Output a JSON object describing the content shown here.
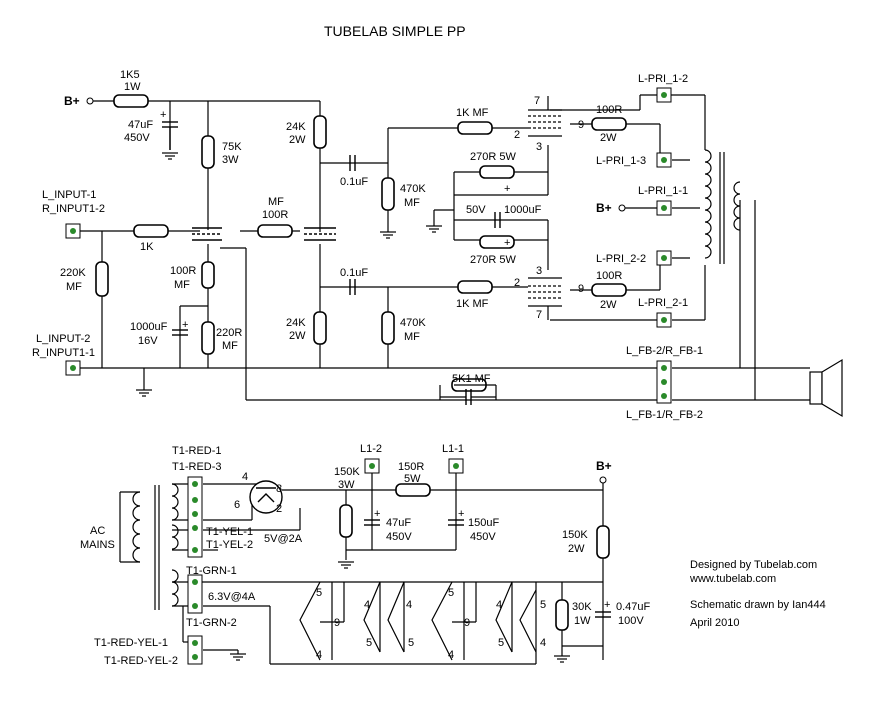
{
  "title": "TUBELAB SIMPLE PP",
  "texts": [
    {
      "id": "r1k5_a",
      "t": "1K5"
    },
    {
      "id": "r1k5_b",
      "t": "1W"
    },
    {
      "id": "bplus_top",
      "t": "B+"
    },
    {
      "id": "c47_a",
      "t": "47uF"
    },
    {
      "id": "c47_b",
      "t": "450V"
    },
    {
      "id": "r75k_a",
      "t": "75K"
    },
    {
      "id": "r75k_b",
      "t": "3W"
    },
    {
      "id": "r24k_a",
      "t": "24K"
    },
    {
      "id": "r24k_b",
      "t": "2W"
    },
    {
      "id": "c01_a",
      "t": "0.1uF"
    },
    {
      "id": "r470k_a",
      "t": "470K"
    },
    {
      "id": "r470k_b",
      "t": "MF"
    },
    {
      "id": "r1kmf_top",
      "t": "1K MF"
    },
    {
      "id": "pin7_top",
      "t": "7"
    },
    {
      "id": "pin2_top",
      "t": "2"
    },
    {
      "id": "pin9_top",
      "t": "9"
    },
    {
      "id": "pin3_top",
      "t": "3"
    },
    {
      "id": "r100r_top_a",
      "t": "100R"
    },
    {
      "id": "r100r_top_b",
      "t": "2W"
    },
    {
      "id": "lpri12",
      "t": "L-PRI_1-2"
    },
    {
      "id": "lpri13",
      "t": "L-PRI_1-3"
    },
    {
      "id": "lpri11",
      "t": "L-PRI_1-1"
    },
    {
      "id": "bplus_mid",
      "t": "B+"
    },
    {
      "id": "lpri22",
      "t": "L-PRI_2-2"
    },
    {
      "id": "lpri21",
      "t": "L-PRI_2-1"
    },
    {
      "id": "r270_top",
      "t": "270R  5W"
    },
    {
      "id": "c50v",
      "t": "50V"
    },
    {
      "id": "c1000_top",
      "t": "1000uF"
    },
    {
      "id": "r270_bot",
      "t": "270R  5W"
    },
    {
      "id": "lin1",
      "t": "L_INPUT-1"
    },
    {
      "id": "rin12",
      "t": "R_INPUT1-2"
    },
    {
      "id": "r1k_in",
      "t": "1K"
    },
    {
      "id": "mf_mid",
      "t": "MF"
    },
    {
      "id": "r100r_mid",
      "t": "100R"
    },
    {
      "id": "r220k_a",
      "t": "220K"
    },
    {
      "id": "r220k_b",
      "t": "MF"
    },
    {
      "id": "r100r_c_a",
      "t": "100R"
    },
    {
      "id": "r100r_c_b",
      "t": "MF"
    },
    {
      "id": "c1000_k_a",
      "t": "1000uF"
    },
    {
      "id": "c1000_k_b",
      "t": "16V"
    },
    {
      "id": "r220r_a",
      "t": "220R"
    },
    {
      "id": "r220r_b",
      "t": "MF"
    },
    {
      "id": "c01_b",
      "t": "0.1uF"
    },
    {
      "id": "r24k_c",
      "t": "24K"
    },
    {
      "id": "r24k_d",
      "t": "2W"
    },
    {
      "id": "r470k_c",
      "t": "470K"
    },
    {
      "id": "r470k_d",
      "t": "MF"
    },
    {
      "id": "r1kmf_bot",
      "t": "1K MF"
    },
    {
      "id": "pin3_bot",
      "t": "3"
    },
    {
      "id": "pin2_bot",
      "t": "2"
    },
    {
      "id": "pin9_bot",
      "t": "9"
    },
    {
      "id": "pin7_bot",
      "t": "7"
    },
    {
      "id": "r100r_bot_a",
      "t": "100R"
    },
    {
      "id": "r100r_bot_b",
      "t": "2W"
    },
    {
      "id": "lin2",
      "t": "L_INPUT-2"
    },
    {
      "id": "rin11",
      "t": "R_INPUT1-1"
    },
    {
      "id": "lfb2",
      "t": "L_FB-2/R_FB-1"
    },
    {
      "id": "r5k1",
      "t": "5K1 MF"
    },
    {
      "id": "lfb1",
      "t": "L_FB-1/R_FB-2"
    },
    {
      "id": "t1red1",
      "t": "T1-RED-1"
    },
    {
      "id": "t1red3",
      "t": "T1-RED-3"
    },
    {
      "id": "pin4_rect",
      "t": "4"
    },
    {
      "id": "pin8_rect",
      "t": "8"
    },
    {
      "id": "pin6_rect",
      "t": "6"
    },
    {
      "id": "pin2_rect",
      "t": "2"
    },
    {
      "id": "ac_a",
      "t": "AC"
    },
    {
      "id": "ac_b",
      "t": "MAINS"
    },
    {
      "id": "t1yel1",
      "t": "T1-YEL-1"
    },
    {
      "id": "t1yel2",
      "t": "T1-YEL-2"
    },
    {
      "id": "v5",
      "t": "5V@2A"
    },
    {
      "id": "t1grn1",
      "t": "T1-GRN-1"
    },
    {
      "id": "v63",
      "t": "6.3V@4A"
    },
    {
      "id": "t1grn2",
      "t": "T1-GRN-2"
    },
    {
      "id": "t1ry1",
      "t": "T1-RED-YEL-1"
    },
    {
      "id": "t1ry2",
      "t": "T1-RED-YEL-2"
    },
    {
      "id": "l12",
      "t": "L1-2"
    },
    {
      "id": "l11",
      "t": "L1-1"
    },
    {
      "id": "r150k3w_a",
      "t": "150K"
    },
    {
      "id": "r150k3w_b",
      "t": "3W"
    },
    {
      "id": "r150r5w_a",
      "t": "150R"
    },
    {
      "id": "r150r5w_b",
      "t": "5W"
    },
    {
      "id": "c47b_a",
      "t": "47uF"
    },
    {
      "id": "c47b_b",
      "t": "450V"
    },
    {
      "id": "c150_a",
      "t": "150uF"
    },
    {
      "id": "c150_b",
      "t": "450V"
    },
    {
      "id": "bplus_ps",
      "t": "B+"
    },
    {
      "id": "r150k2w_a",
      "t": "150K"
    },
    {
      "id": "r150k2w_b",
      "t": "2W"
    },
    {
      "id": "r30k_a",
      "t": "30K"
    },
    {
      "id": "r30k_b",
      "t": "1W"
    },
    {
      "id": "c047_a",
      "t": "0.47uF"
    },
    {
      "id": "c047_b",
      "t": "100V"
    },
    {
      "id": "credit1",
      "t": "Designed by Tubelab.com"
    },
    {
      "id": "credit2",
      "t": "www.tubelab.com"
    },
    {
      "id": "credit3",
      "t": "Schematic drawn by Ian444"
    },
    {
      "id": "credit4",
      "t": "April 2010"
    },
    {
      "id": "h1",
      "t": "5"
    },
    {
      "id": "h2",
      "t": "9"
    },
    {
      "id": "h3",
      "t": "4"
    },
    {
      "id": "h4",
      "t": "4"
    },
    {
      "id": "h5",
      "t": "5"
    },
    {
      "id": "h6",
      "t": "4"
    },
    {
      "id": "h7",
      "t": "5"
    },
    {
      "id": "h8",
      "t": "5"
    },
    {
      "id": "h9",
      "t": "9"
    },
    {
      "id": "h10",
      "t": "4"
    },
    {
      "id": "h11",
      "t": "4"
    },
    {
      "id": "h12",
      "t": "5"
    },
    {
      "id": "h13",
      "t": "5"
    },
    {
      "id": "h14",
      "t": "4"
    }
  ],
  "colors": {
    "wire": "#000000",
    "label": "#000000",
    "value": "#5a005a",
    "pin": "#2a8a2a"
  }
}
